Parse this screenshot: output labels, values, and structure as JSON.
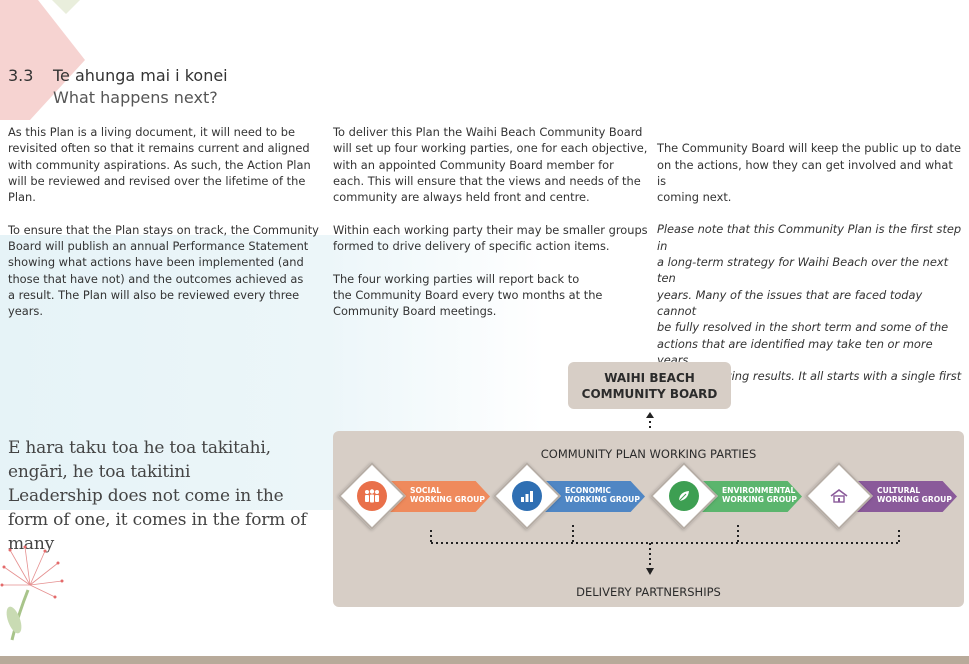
{
  "section": {
    "number": "3.3",
    "title": "Te ahunga mai i konei",
    "subtitle": "What happens next?"
  },
  "columns": {
    "col1": "As this Plan is a living document, it will need to be\nrevisited often so that it remains current and aligned\nwith community aspirations.  As such, the Action Plan\nwill be reviewed and revised over the lifetime of the\nPlan.\n\nTo ensure that the Plan stays on track, the Community\nBoard will publish an annual Performance Statement\nshowing what actions have been implemented (and\nthose that have not) and the outcomes achieved as\na result. The Plan will also be reviewed every three\nyears.",
    "col2": "To deliver this Plan the Waihi Beach Community Board\nwill set up four working parties, one for each objective,\nwith an appointed Community Board member for\neach.  This will ensure that the views and needs of the\ncommunity are always held front and centre.\n\nWithin each working party their may be smaller groups\nformed to drive delivery of specific action items.\n\nThe four working parties  will report back to\nthe Community Board every two months at the\nCommunity Board meetings.",
    "col3_p1": "The Community Board will keep the public up to date\non the actions, how they can get involved and what is\ncoming next.",
    "col3_p2": "Please note that this Community Plan is the first step in\na long-term strategy for Waihi Beach over the next ten\nyears. Many of the issues that are faced today cannot\nbe fully resolved in the short term and some of the\nactions that are identified may take ten or more years\nto start showing results.  It all starts with a single first\nstep."
  },
  "quote": "E hara taku toa he toa takitahi,\nengāri, he toa takitini\nLeadership does not come in the\nform of one, it comes in the form of\nmany",
  "diagram": {
    "board": "WAIHI BEACH\nCOMMUNITY BOARD",
    "panel_title": "COMMUNITY PLAN WORKING PARTIES",
    "delivery": "DELIVERY PARTNERSHIPS",
    "groups": [
      {
        "label": "SOCIAL\nWORKING GROUP",
        "color": "#ef8a5c",
        "circle": "#e9704a",
        "icon": "people-icon"
      },
      {
        "label": "ECONOMIC\nWORKING GROUP",
        "color": "#4f86c4",
        "circle": "#2f6fb3",
        "icon": "bar-chart-icon"
      },
      {
        "label": "ENVIRONMENTAL\nWORKING GROUP",
        "color": "#5bb56d",
        "circle": "#3d9f52",
        "icon": "leaf-icon"
      },
      {
        "label": "CULTURAL\nWORKING GROUP",
        "color": "#8a5a9a",
        "circle": "#ffffff",
        "icon": "marae-icon"
      }
    ]
  },
  "colors": {
    "panel": "#d7cec6",
    "footer": "#b8aa9a",
    "corner_pink": "#f3c7c7"
  }
}
